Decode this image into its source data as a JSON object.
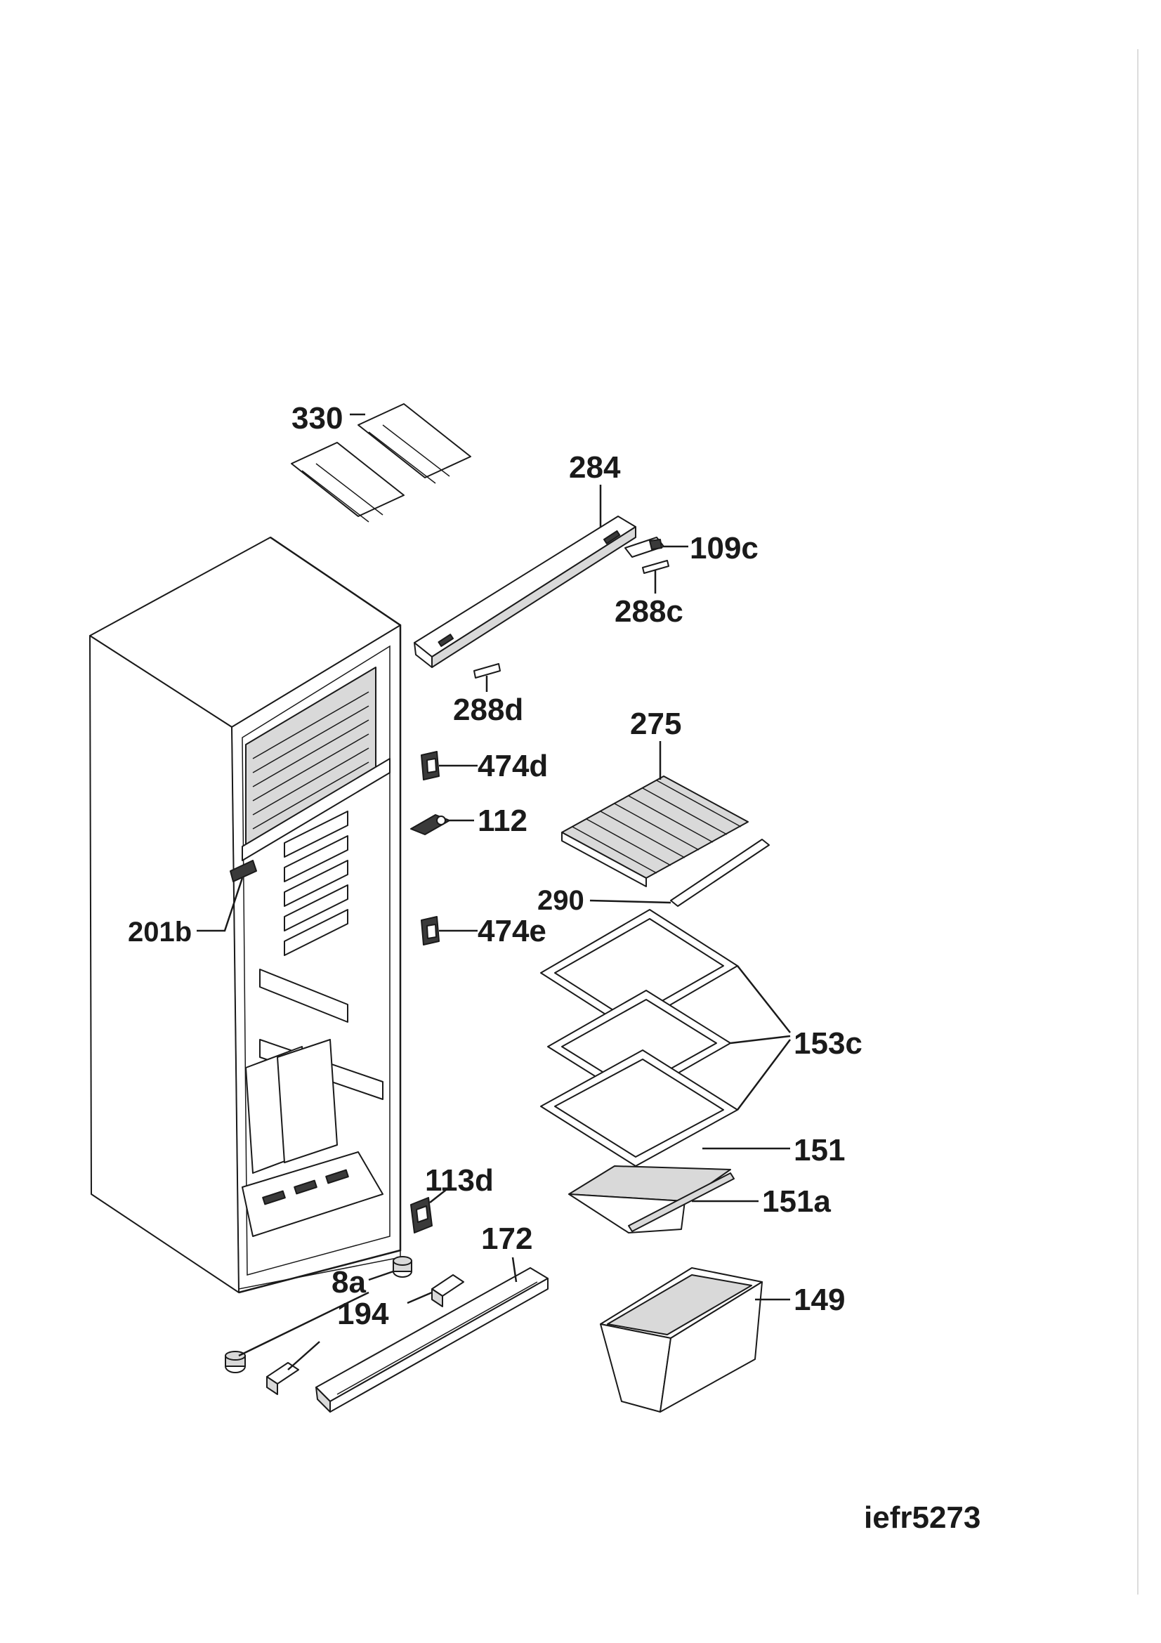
{
  "diagram": {
    "reference_code": "iefr5273",
    "part_labels": {
      "p330": "330",
      "p284": "284",
      "p109c": "109c",
      "p288c": "288c",
      "p288d": "288d",
      "p275": "275",
      "p474d": "474d",
      "p112": "112",
      "p290": "290",
      "p201b": "201b",
      "p474e": "474e",
      "p153c": "153c",
      "p151": "151",
      "p151a": "151a",
      "p113d": "113d",
      "p172": "172",
      "p8a": "8a",
      "p194": "194",
      "p149": "149"
    }
  }
}
